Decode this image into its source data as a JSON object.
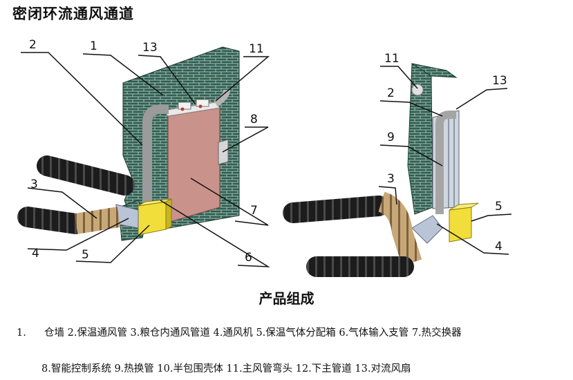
{
  "title": "密闭环流通风通道",
  "caption": "产品组成",
  "legend": {
    "line1_number": "1.",
    "line1_text": "仓墙 2.保温通风管 3.粮仓内通风管道 4.通风机 5.保温气体分配箱 6.气体输入支管 7.热交换器",
    "line2_text": "8.智能控制系统 9.热换管 10.半包围壳体 11.主风管弯头 12.下主管道 13.对流风扇"
  },
  "callouts_left": [
    "2",
    "1",
    "13",
    "11",
    "8",
    "3",
    "7",
    "4",
    "5",
    "6"
  ],
  "callouts_right": [
    "11",
    "13",
    "2",
    "9",
    "3",
    "5",
    "4"
  ],
  "colors": {
    "brick": "#2f5d4f",
    "mortar": "#a6c3b8",
    "exchanger": "#c9928a",
    "box": "#f2de3a",
    "duct_dark": "#1c1c1c",
    "duct_tan": "#c9a878",
    "pipe": "#9b9b9b"
  }
}
